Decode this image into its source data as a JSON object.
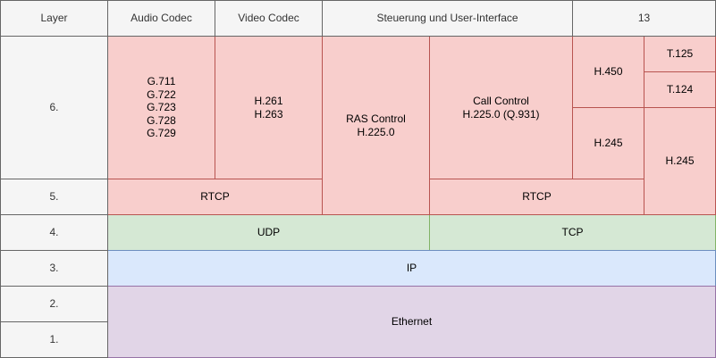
{
  "colors": {
    "gray_fill": "#f5f5f5",
    "gray_border": "#666666",
    "red_fill": "#f8cecc",
    "red_border": "#b85450",
    "green_fill": "#d5e8d4",
    "green_border": "#82b366",
    "blue_fill": "#dae8fc",
    "blue_border": "#6c8ebf",
    "purple_fill": "#e1d5e7",
    "purple_border": "#9673a6"
  },
  "header": {
    "layer": "Layer",
    "audio": "Audio Codec",
    "video": "Video Codec",
    "steuerung": "Steuerung und User-Interface",
    "col13": "13"
  },
  "layers": [
    "6.",
    "5.",
    "4.",
    "3.",
    "2.",
    "1."
  ],
  "cells": {
    "audio_lines": [
      "G.711",
      "G.722",
      "G.723",
      "G.728",
      "G.729"
    ],
    "video_lines": [
      "H.261",
      "H.263"
    ],
    "ras_lines": [
      "RAS Control",
      "H.225.0"
    ],
    "call_lines": [
      "Call Control",
      "H.225.0 (Q.931)"
    ],
    "h450": "H.450",
    "t125": "T.125",
    "t124": "T.124",
    "h245_mid": "H.245",
    "h245_right": "H.245",
    "rtcp_left": "RTCP",
    "rtcp_right": "RTCP",
    "udp": "UDP",
    "tcp": "TCP",
    "ip": "IP",
    "ethernet": "Ethernet"
  }
}
